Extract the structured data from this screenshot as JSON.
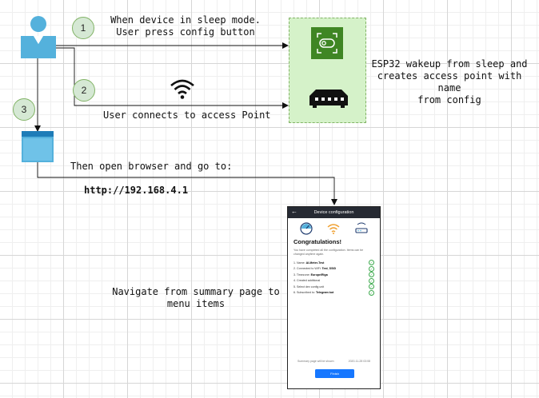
{
  "steps": {
    "step1": "1",
    "step2": "2",
    "step3": "3"
  },
  "labels": {
    "sleep_line1": "When device in sleep mode.",
    "sleep_line2": "User press config button",
    "wakeup_line1": "ESP32 wakeup from sleep and",
    "wakeup_line2": "creates access point with name",
    "wakeup_line3": "from config",
    "connect": "User connects to access Point",
    "browser": "Then open browser and go to:",
    "url": "http://192.168.4.1",
    "navigate_line1": "Navigate from summary page to",
    "navigate_line2": "menu items"
  },
  "phone": {
    "header_title": "Device configuration",
    "back_glyph": "←",
    "congrats": "Congratulations!",
    "description": "You have completed all the configuration. Items can be changed anytime again.",
    "items": [
      {
        "prefix": "1. Name: ",
        "value": "AI-Meter-Test"
      },
      {
        "prefix": "2. Connected to WiFi: ",
        "value": "Test_SSID"
      },
      {
        "prefix": "3. Timezone: ",
        "value": "Europe/Riga"
      },
      {
        "prefix": "4. Created additional",
        "value": ""
      },
      {
        "prefix": "5. Select dev config unit",
        "value": ""
      },
      {
        "prefix": "6. Subscribed to: ",
        "value": "Telegram bot"
      }
    ],
    "check_glyph": "✓",
    "footer_left": "Summary page will be shown",
    "footer_right": "2020-11-28 03:08",
    "finish_button": "Finish"
  },
  "colors": {
    "user_icon": "#54b1dc",
    "step_circle_fill": "#d5e8d4",
    "step_circle_border": "#82b366",
    "zone_fill": "#d5f2c9",
    "device_icon": "#3f8624",
    "phone_button": "#1677ff"
  },
  "icons": [
    "user-icon",
    "device-icon",
    "router-icon",
    "wifi-icon",
    "browser-window-icon"
  ]
}
